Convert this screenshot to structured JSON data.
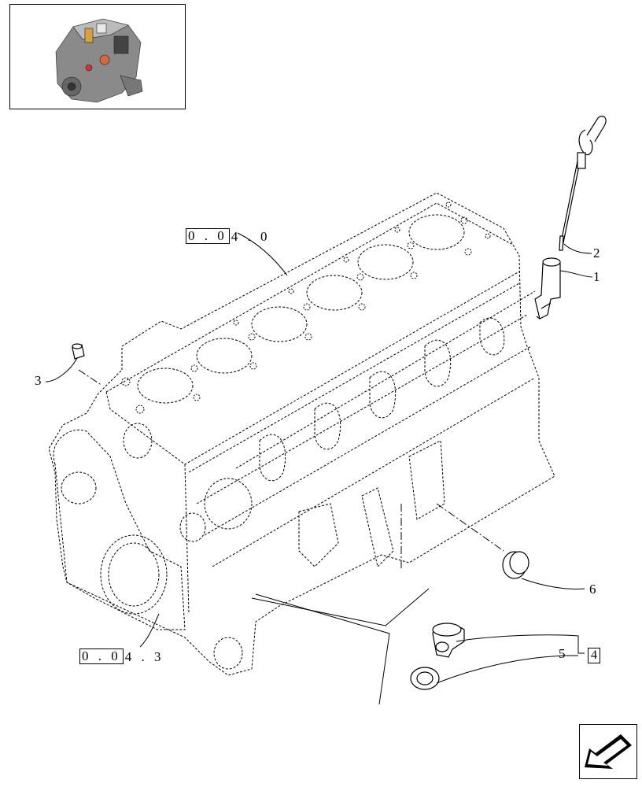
{
  "thumbnail": {
    "icon": "engine-thumbnail-icon"
  },
  "callouts": {
    "c1": "1",
    "c2": "2",
    "c3": "3",
    "c5": "5",
    "c6": "6"
  },
  "refs": {
    "top": {
      "boxed": "0 . 0",
      "rest": "4 . 0"
    },
    "bottom": {
      "boxed": "0 . 0",
      "rest": "4 . 3"
    }
  },
  "boxed_ref_4": "4",
  "nav": {
    "icon": "back-arrow-icon"
  },
  "colors": {
    "line": "#000000",
    "background": "#ffffff"
  }
}
